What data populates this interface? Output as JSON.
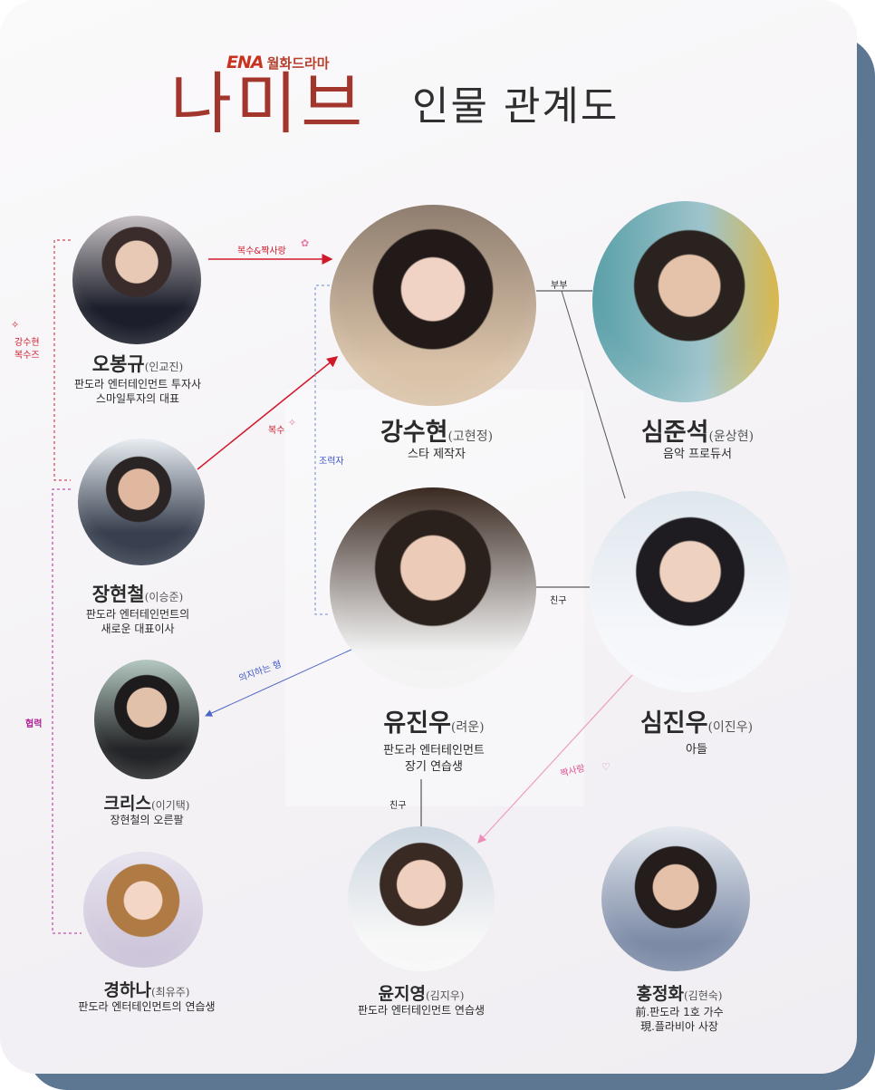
{
  "header": {
    "brand_logo": "ENA",
    "brand_text": "월화드라마",
    "title_main": "나미브",
    "title_sub": "인물 관계도"
  },
  "characters": {
    "obonggyu": {
      "name": "오봉규",
      "actor": "(인교진)",
      "desc": "판도라 엔터테인먼트 투자사\n스마일투자의 대표"
    },
    "janghyeoncheol": {
      "name": "장현철",
      "actor": "(이승준)",
      "desc": "판도라 엔터테인먼트의\n새로운 대표이사"
    },
    "chris": {
      "name": "크리스",
      "actor": "(이기택)",
      "desc": "장현철의 오른팔"
    },
    "kyunghana": {
      "name": "경하나",
      "actor": "(최유주)",
      "desc": "판도라 엔터테인먼트의 연습생"
    },
    "kangsuhyeon": {
      "name": "강수현",
      "actor": "(고현정)",
      "desc": "스타 제작자"
    },
    "simjunseok": {
      "name": "심준석",
      "actor": "(윤상현)",
      "desc": "음악 프로듀서"
    },
    "yujinwoo": {
      "name": "유진우",
      "actor": "(려운)",
      "desc": "판도라 엔터테인먼트\n장기 연습생"
    },
    "simjinwoo": {
      "name": "심진우",
      "actor": "(이진우)",
      "desc": "아들"
    },
    "yunjiyoung": {
      "name": "윤지영",
      "actor": "(김지우)",
      "desc": "판도라 엔터테인먼트 연습생"
    },
    "hongjeonghwa": {
      "name": "홍정화",
      "actor": "(김현숙)",
      "desc": "前.판도라 1호 가수\n現.플라비아 사장"
    }
  },
  "relations": {
    "revenge_crush": "복수&짝사랑",
    "revenge": "복수",
    "cooperator": "조력자",
    "couple": "부부",
    "friend_1": "친구",
    "friend_2": "친구",
    "dependent_brother": "의지하는 형",
    "crush": "짝사랑",
    "cooperation": "협력",
    "kang_revenge_line1": "강수현",
    "kang_revenge_line2": "복수즈"
  },
  "colors": {
    "title": "#a2352c",
    "brand": "#c8321e",
    "frame": "#5d7691",
    "red_line": "#d01a2c",
    "blue_line": "#6a86d8",
    "pink_line": "#ef9cc3",
    "dark_line": "#333333"
  }
}
